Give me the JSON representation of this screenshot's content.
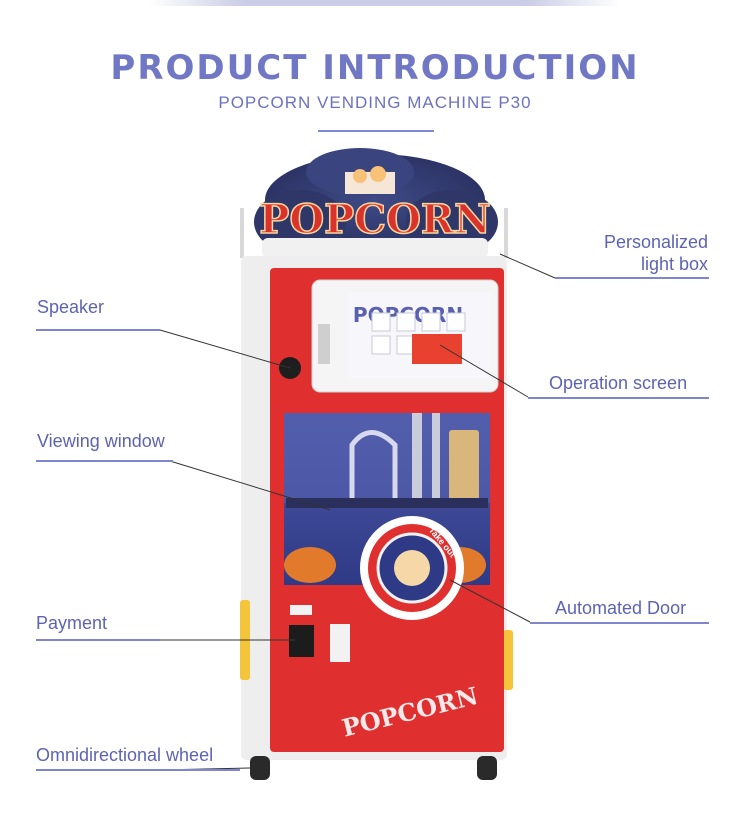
{
  "header": {
    "title": "PRODUCT INTRODUCTION",
    "subtitle": "POPCORN VENDING MACHINE P30"
  },
  "machine": {
    "topper_text": "POPCORN",
    "screen_text": "POPCORN",
    "door_text": "Take out",
    "panel_text": "POPCORN"
  },
  "labels": {
    "light_box": "Personalized\nlight box",
    "speaker": "Speaker",
    "operation_screen": "Operation screen",
    "viewing_window": "Viewing window",
    "automated_door": "Automated Door",
    "payment": "Payment",
    "wheel": "Omnidirectional wheel"
  },
  "colors": {
    "accent": "#6b72c0",
    "machine_red": "#e02f2f",
    "machine_white": "#f2f2f2"
  }
}
